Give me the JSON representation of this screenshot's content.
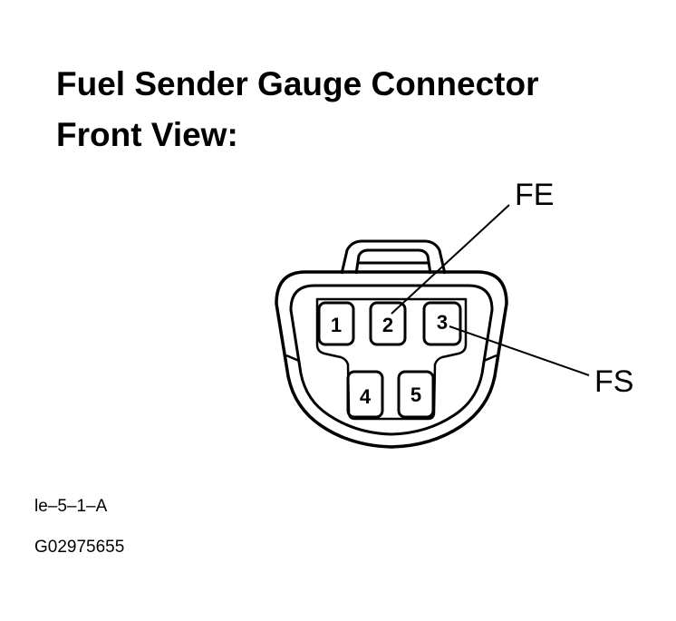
{
  "title": {
    "line1": "Fuel Sender Gauge Connector",
    "line2": "Front View:"
  },
  "connector": {
    "pins": [
      "1",
      "2",
      "3",
      "4",
      "5"
    ],
    "callouts": {
      "fe": "FE",
      "fs": "FS"
    }
  },
  "references": {
    "code": "le–5–1–A",
    "id": "G02975655"
  }
}
